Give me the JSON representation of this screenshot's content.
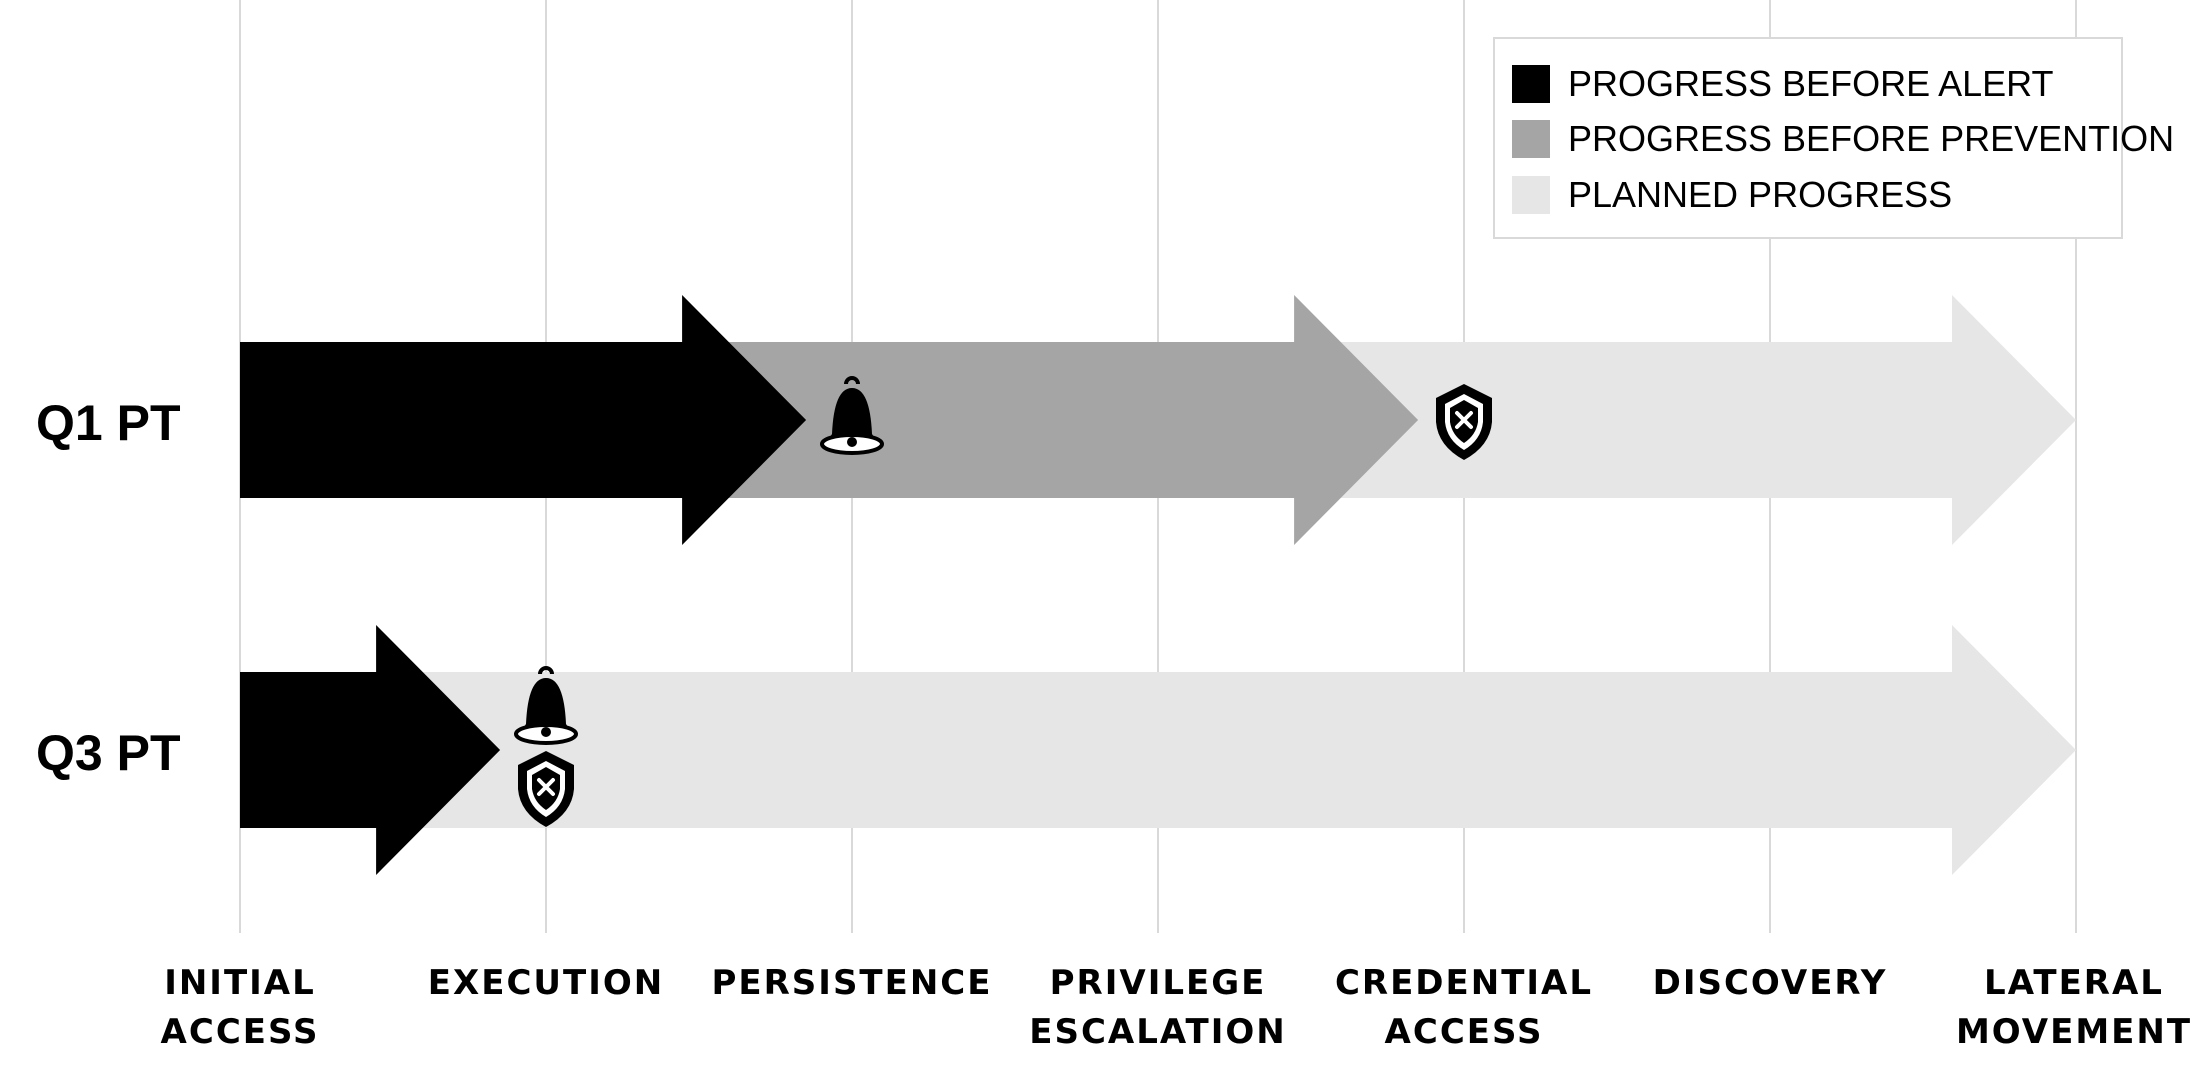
{
  "colors": {
    "alert": "#000000",
    "prevention": "#a5a5a5",
    "planned": "#e6e6e6",
    "grid": "#d9d9d9",
    "legend_border": "#d9d9d9"
  },
  "legend": {
    "items": [
      {
        "label": "PROGRESS BEFORE ALERT",
        "color": "#000000"
      },
      {
        "label": "PROGRESS BEFORE PREVENTION",
        "color": "#a5a5a5"
      },
      {
        "label": "PLANNED PROGRESS",
        "color": "#e6e6e6"
      }
    ]
  },
  "stages": [
    {
      "line1": "INITIAL",
      "line2": "ACCESS"
    },
    {
      "line1": "EXECUTION",
      "line2": ""
    },
    {
      "line1": "PERSISTENCE",
      "line2": ""
    },
    {
      "line1": "PRIVILEGE",
      "line2": "ESCALATION"
    },
    {
      "line1": "CREDENTIAL",
      "line2": "ACCESS"
    },
    {
      "line1": "DISCOVERY",
      "line2": ""
    },
    {
      "line1": "LATERAL",
      "line2": "MOVEMENT"
    }
  ],
  "rows": [
    {
      "label": "Q1 PT",
      "alert_stage": 1.85,
      "prevention_stage": 3.85,
      "planned_stage": 6,
      "alert_icon_stage": 2,
      "prevention_icon_stage": 4
    },
    {
      "label": "Q3 PT",
      "alert_stage": 0.85,
      "prevention_stage": 0.85,
      "planned_stage": 6,
      "alert_icon_stage": 1,
      "prevention_icon_stage": 1
    }
  ],
  "icons": {
    "alert": "bell-icon",
    "prevention": "shield-x-icon"
  }
}
